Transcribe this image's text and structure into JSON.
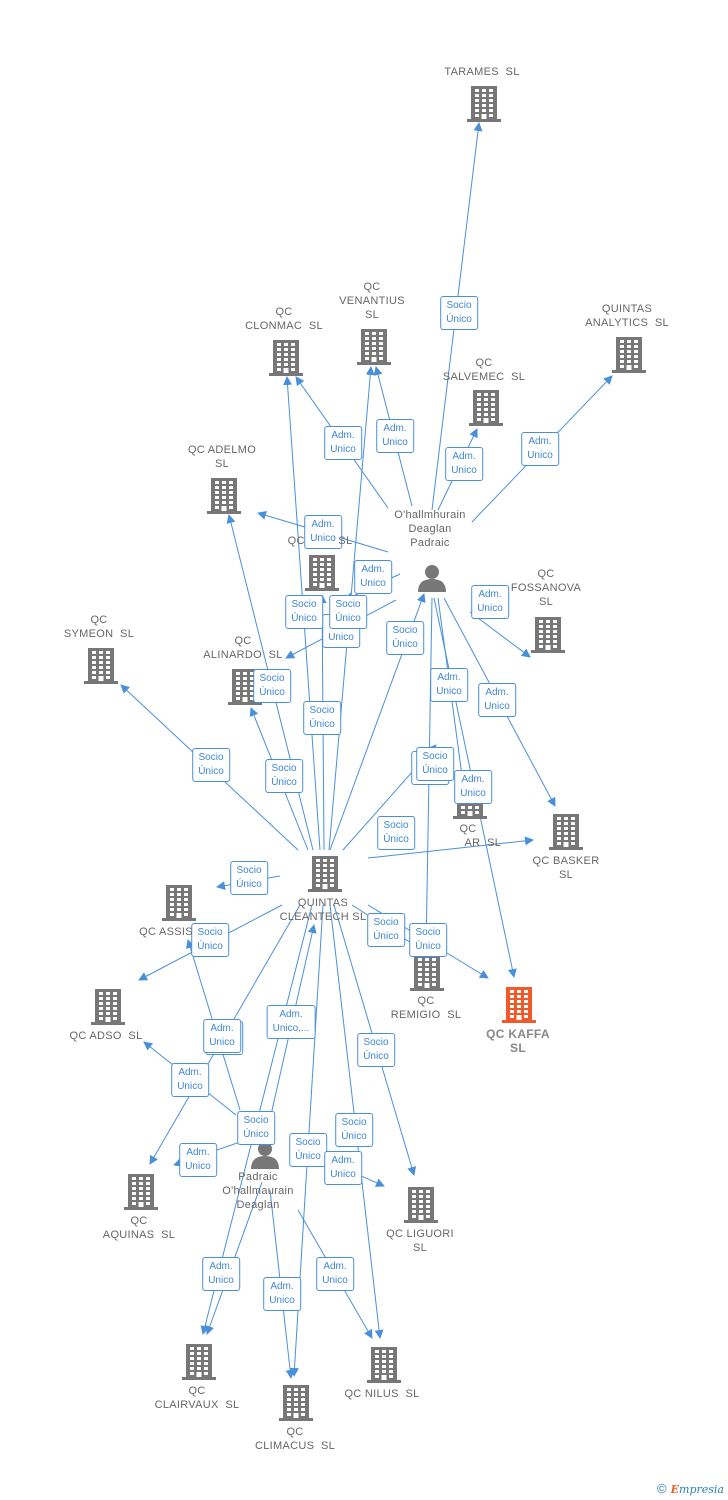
{
  "colors": {
    "edge": "#4a90d9",
    "node": "#777777",
    "highlight": "#f05a28",
    "person": "#777777"
  },
  "nodes": [
    {
      "id": "tarames",
      "label": "TARAMES  SL",
      "type": "company"
    },
    {
      "id": "quintas_analytics",
      "label": "QUINTAS\nANALYTICS  SL",
      "type": "company"
    },
    {
      "id": "clonmac",
      "label": "QC\nCLONMAC  SL",
      "type": "company"
    },
    {
      "id": "venantius",
      "label": "QC\nVENANTIUS\nSL",
      "type": "company"
    },
    {
      "id": "salvemec",
      "label": "QC\nSALVEMEC  SL",
      "type": "company"
    },
    {
      "id": "adelmo",
      "label": "QC ADELMO\nSL",
      "type": "company"
    },
    {
      "id": "ohallm1",
      "label": "O'hallmhurain\nDeaglan\nPadraic",
      "type": "person"
    },
    {
      "id": "qc_hidden",
      "label": "QC          SL",
      "type": "company"
    },
    {
      "id": "fossanova",
      "label": "QC\nFOSSANOVA\nSL",
      "type": "company"
    },
    {
      "id": "symeon",
      "label": "QC\nSYMEON  SL",
      "type": "company"
    },
    {
      "id": "alinardo",
      "label": "QC\nALINARDO  SL",
      "type": "company"
    },
    {
      "id": "basker",
      "label": "QC BASKER\nSL",
      "type": "company"
    },
    {
      "id": "qc_ar",
      "label": "QC\n         AR  SL",
      "type": "company"
    },
    {
      "id": "quintas_cleantech",
      "label": "QUINTAS\nCLEANTECH SL",
      "type": "company"
    },
    {
      "id": "assis",
      "label": "QC ASSIS",
      "type": "company"
    },
    {
      "id": "remigio",
      "label": "QC\nREMIGIO  SL",
      "type": "company"
    },
    {
      "id": "kaffa",
      "label": "QC KAFFA\nSL",
      "type": "company",
      "highlight": true
    },
    {
      "id": "adso",
      "label": "QC ADSO  SL",
      "type": "company"
    },
    {
      "id": "padraic",
      "label": "Padraic\nO'hallmaurain\nDeaglan",
      "type": "person"
    },
    {
      "id": "aquinas",
      "label": "QC\nAQUINAS  SL",
      "type": "company"
    },
    {
      "id": "liguori",
      "label": "QC LIGUORI\nSL",
      "type": "company"
    },
    {
      "id": "clairvaux",
      "label": "QC\nCLAIRVAUX  SL",
      "type": "company"
    },
    {
      "id": "climacus",
      "label": "QC\nCLIMACUS  SL",
      "type": "company"
    },
    {
      "id": "nilus",
      "label": "QC NILUS  SL",
      "type": "company"
    }
  ],
  "edges": [
    {
      "from": "ohallm1",
      "to": "tarames",
      "label": "Socio\nÚnico"
    },
    {
      "from": "ohallm1",
      "to": "quintas_analytics",
      "label": "Adm.\nUnico"
    },
    {
      "from": "ohallm1",
      "to": "clonmac",
      "label": "Adm.\nUnico"
    },
    {
      "from": "ohallm1",
      "to": "venantius",
      "label": "Adm.\nUnico"
    },
    {
      "from": "ohallm1",
      "to": "salvemec",
      "label": "Adm.\nUnico"
    },
    {
      "from": "ohallm1",
      "to": "adelmo",
      "label": "Adm.\nUnico"
    },
    {
      "from": "ohallm1",
      "to": "qc_hidden",
      "label": "Adm.\nUnico"
    },
    {
      "from": "ohallm1",
      "to": "fossanova",
      "label": "Adm.\nUnico"
    },
    {
      "from": "ohallm1",
      "to": "alinardo",
      "label": "Adm.\nUnico"
    },
    {
      "from": "ohallm1",
      "to": "basker",
      "label": "Adm.\nUnico"
    },
    {
      "from": "ohallm1",
      "to": "qc_ar",
      "label": "Adm.\nUnico"
    },
    {
      "from": "ohallm1",
      "to": "kaffa",
      "label": "Adm.\nUnico"
    },
    {
      "from": "ohallm1",
      "to": "remigio",
      "label": "Adm.\nUnico"
    },
    {
      "from": "quintas_cleantech",
      "to": "ohallm1",
      "label": "Socio\nÚnico"
    },
    {
      "from": "quintas_cleantech",
      "to": "clonmac",
      "label": "Socio\nÚnico"
    },
    {
      "from": "quintas_cleantech",
      "to": "venantius",
      "label": "Socio\nÚnico"
    },
    {
      "from": "quintas_cleantech",
      "to": "adelmo",
      "label": "Socio\nÚnico"
    },
    {
      "from": "quintas_cleantech",
      "to": "qc_hidden",
      "label": "Socio\nÚnico"
    },
    {
      "from": "quintas_cleantech",
      "to": "symeon",
      "label": "Socio\nÚnico"
    },
    {
      "from": "quintas_cleantech",
      "to": "alinardo",
      "label": "Socio\nÚnico"
    },
    {
      "from": "quintas_cleantech",
      "to": "basker",
      "label": "Socio\nÚnico"
    },
    {
      "from": "quintas_cleantech",
      "to": "fossanova",
      "label": "Socio\nÚnico"
    },
    {
      "from": "quintas_cleantech",
      "to": "assis",
      "label": "Socio\nÚnico"
    },
    {
      "from": "quintas_cleantech",
      "to": "adso",
      "label": "Socio\nÚnico"
    },
    {
      "from": "quintas_cleantech",
      "to": "kaffa",
      "label": "Socio\nÚnico"
    },
    {
      "from": "quintas_cleantech",
      "to": "remigio",
      "label": "Socio\nÚnico"
    },
    {
      "from": "quintas_cleantech",
      "to": "aquinas",
      "label": "Socio\nÚnico"
    },
    {
      "from": "quintas_cleantech",
      "to": "liguori",
      "label": "Socio\nÚnico"
    },
    {
      "from": "quintas_cleantech",
      "to": "clairvaux",
      "label": "Socio\nÚnico"
    },
    {
      "from": "quintas_cleantech",
      "to": "climacus",
      "label": "Socio\nÚnico"
    },
    {
      "from": "quintas_cleantech",
      "to": "nilus",
      "label": "Socio\nÚnico"
    },
    {
      "from": "padraic",
      "to": "quintas_cleantech",
      "label": "Adm.\nUnico,..."
    },
    {
      "from": "padraic",
      "to": "assis",
      "label": "Adm.\nUnico"
    },
    {
      "from": "padraic",
      "to": "adso",
      "label": "Adm.\nUnico"
    },
    {
      "from": "padraic",
      "to": "aquinas",
      "label": "Adm.\nUnico"
    },
    {
      "from": "padraic",
      "to": "liguori",
      "label": "Adm.\nUnico"
    },
    {
      "from": "padraic",
      "to": "clairvaux",
      "label": "Adm.\nUnico"
    },
    {
      "from": "padraic",
      "to": "climacus",
      "label": "Adm.\nUnico"
    },
    {
      "from": "padraic",
      "to": "nilus",
      "label": "Adm.\nUnico"
    }
  ],
  "footer": {
    "copyright": "©",
    "brand_e": "E",
    "brand_rest": "mpresia"
  }
}
